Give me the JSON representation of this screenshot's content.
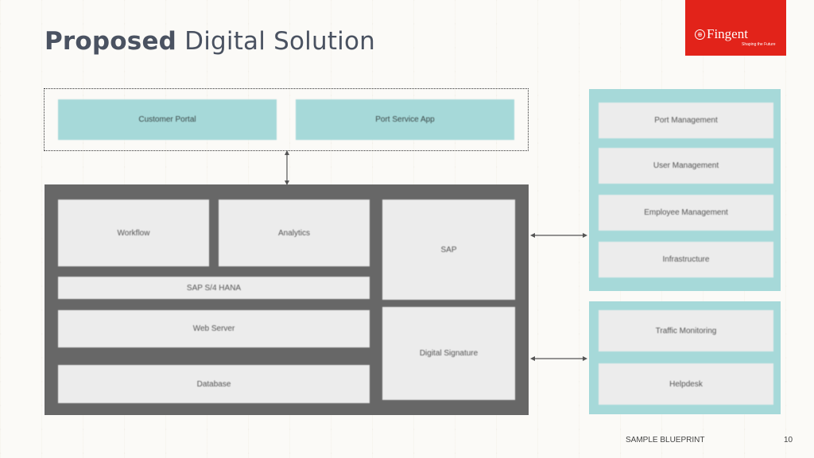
{
  "header": {
    "title_bold": "Proposed",
    "title_light": "Digital Solution"
  },
  "logo": {
    "brand": "Fingent",
    "tagline": "Shaping the Future",
    "background": "#e2231a"
  },
  "frontends": [
    {
      "label": "Customer Portal"
    },
    {
      "label": "Port Service App"
    }
  ],
  "core": {
    "blocks": [
      {
        "label": "Workflow"
      },
      {
        "label": "Analytics"
      },
      {
        "label": "SAP"
      },
      {
        "label": "SAP S/4 HANA"
      },
      {
        "label": "Web Server"
      },
      {
        "label": "Digital Signature"
      },
      {
        "label": "Database"
      }
    ]
  },
  "management_panel": {
    "items": [
      {
        "label": "Port Management"
      },
      {
        "label": "User Management"
      },
      {
        "label": "Employee Management"
      },
      {
        "label": "Infrastructure"
      }
    ]
  },
  "operations_panel": {
    "items": [
      {
        "label": "Traffic Monitoring"
      },
      {
        "label": "Helpdesk"
      }
    ]
  },
  "footer": {
    "label": "SAMPLE BLUEPRINT",
    "page_number": "10"
  },
  "colors": {
    "teal": "#a6d9d9",
    "core_grey": "#676767",
    "block_grey": "#ececec",
    "title": "#4a5261"
  }
}
